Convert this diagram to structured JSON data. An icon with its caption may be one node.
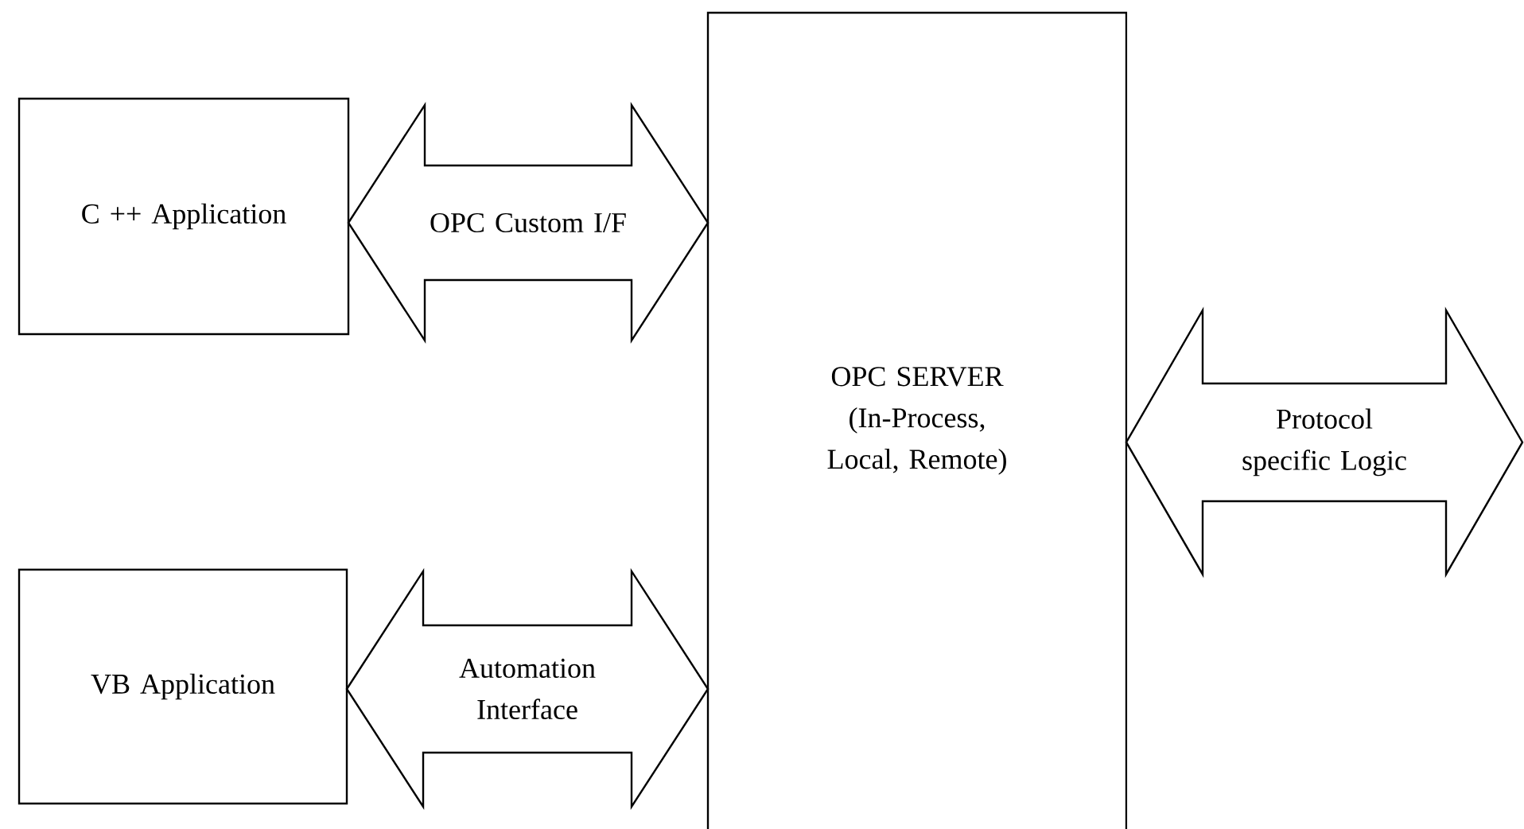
{
  "diagram": {
    "nodes": [
      {
        "text": [
          "C ++ Application"
        ]
      },
      {
        "text": [
          "VB Application"
        ]
      },
      {
        "text": [
          "OPC SERVER (In-Process, Local, Remote)"
        ]
      }
    ],
    "edges": [
      {
        "from": 0,
        "to": 2,
        "arrow": "both",
        "label": "OPC Custom I/F"
      },
      {
        "from": 1,
        "to": 2,
        "arrow": "both",
        "label": "Automation Interface"
      },
      {
        "from": 2,
        "to": null,
        "arrow": "both",
        "label": "Protocol specific Logic"
      }
    ]
  }
}
